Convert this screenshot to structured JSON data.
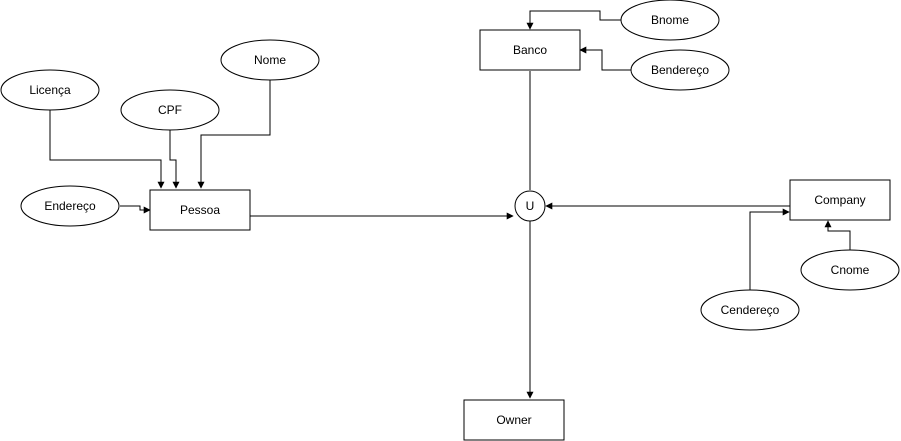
{
  "entities": {
    "banco": "Banco",
    "pessoa": "Pessoa",
    "company": "Company",
    "owner": "Owner"
  },
  "attributes": {
    "bnome": "Bnome",
    "bendereco": "Bendereço",
    "nome": "Nome",
    "licenca": "Licença",
    "cpf": "CPF",
    "endereco": "Endereço",
    "cnome": "Cnome",
    "cendereco": "Cendereço"
  },
  "union": {
    "symbol": "U"
  },
  "colors": {
    "stroke": "#000000",
    "fill": "#ffffff"
  }
}
